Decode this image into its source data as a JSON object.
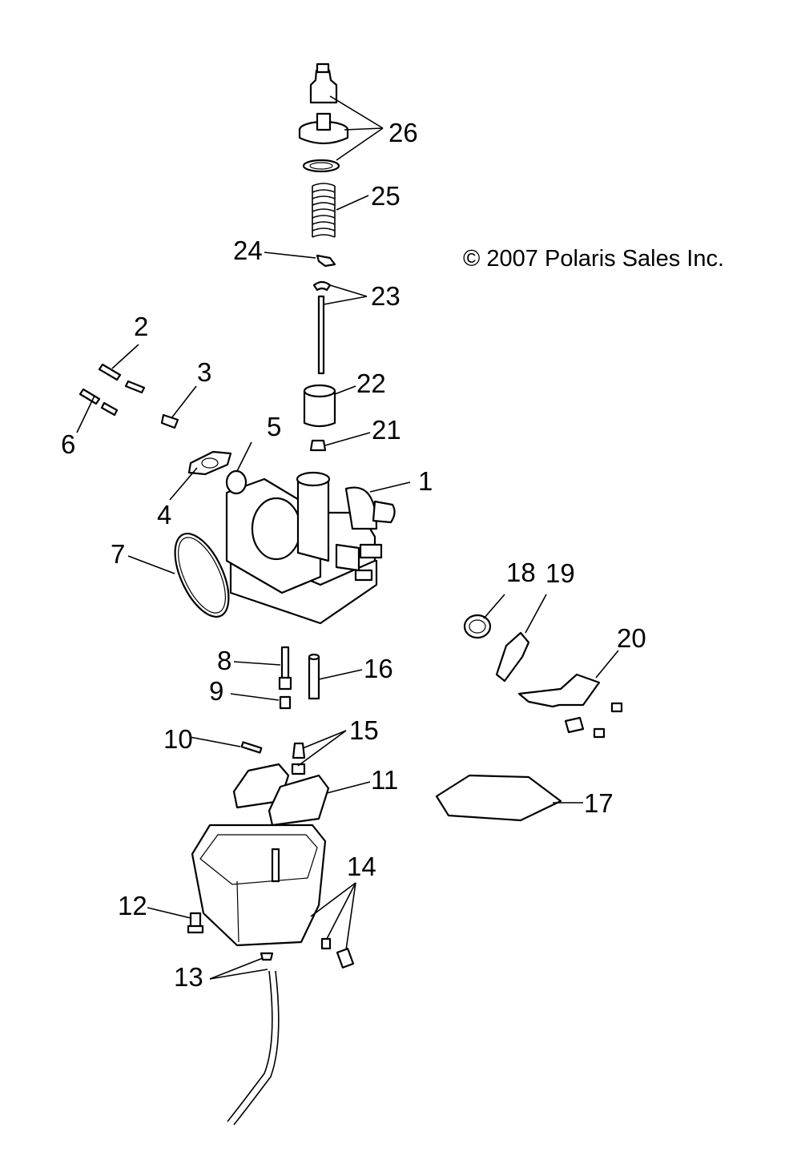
{
  "copyright": "© 2007 Polaris Sales Inc.",
  "callouts": [
    "1",
    "2",
    "3",
    "4",
    "5",
    "6",
    "7",
    "8",
    "9",
    "10",
    "11",
    "12",
    "13",
    "14",
    "15",
    "16",
    "17",
    "18",
    "19",
    "20",
    "21",
    "22",
    "23",
    "24",
    "25",
    "26"
  ]
}
